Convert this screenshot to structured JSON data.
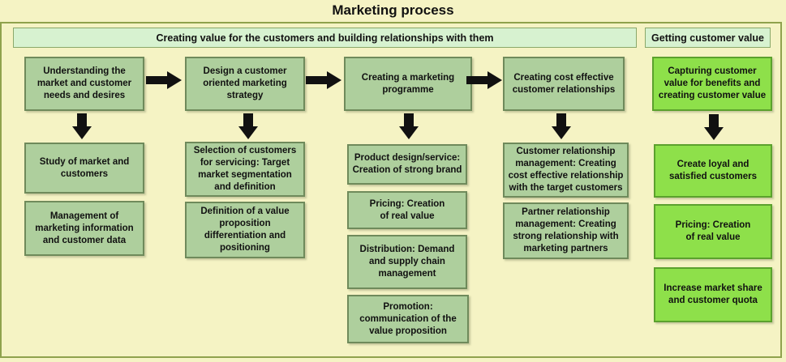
{
  "title": "Marketing process",
  "band_left": "Creating value for the customers and building relationships with them",
  "band_right": "Getting customer value",
  "columns": [
    {
      "header": "Understanding the\nmarket and customer\nneeds and desires",
      "items": [
        "Study of market and\ncustomers",
        "Management of\nmarketing information\nand customer data"
      ]
    },
    {
      "header": "Design a customer\noriented marketing\nstrategy",
      "items": [
        "Selection of customers\nfor servicing: Target\nmarket segmentation\nand definition",
        "Definition of a value\nproposition\ndifferentiation and\npositioning"
      ]
    },
    {
      "header": "Creating a marketing\nprogramme",
      "items": [
        "Product design/service:\nCreation of strong brand",
        "Pricing: Creation\nof real value",
        "Distribution: Demand\nand supply chain\nmanagement",
        "Promotion:\ncommunication of the\nvalue proposition"
      ]
    },
    {
      "header": "Creating cost effective\ncustomer relationships",
      "items": [
        "Customer relationship\nmanagement: Creating\ncost effective relationship\nwith the target customers",
        "Partner relationship\nmanagement: Creating\nstrong relationship with\nmarketing partners"
      ]
    },
    {
      "header": "Capturing customer\nvalue for benefits and\ncreating customer value",
      "items": [
        "Create loyal and\nsatisfied customers",
        "Pricing: Creation\nof real value",
        "Increase market share\nand customer quota"
      ]
    }
  ],
  "colors": {
    "background": "#f5f3c4",
    "box": "#aecf9d",
    "box_green": "#8ee04a",
    "band": "#d7f2d0",
    "arrow": "#111111"
  }
}
